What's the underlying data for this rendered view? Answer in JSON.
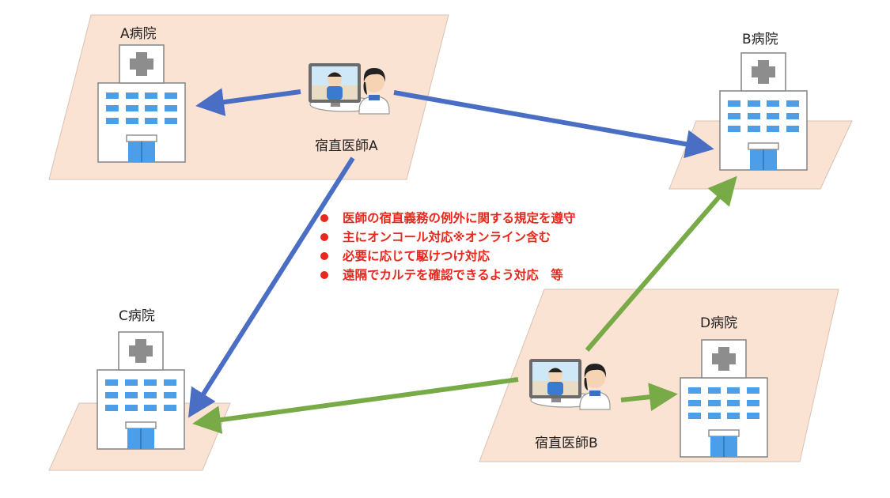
{
  "hospitals": {
    "a": {
      "label": "A病院"
    },
    "b": {
      "label": "B病院"
    },
    "c": {
      "label": "C病院"
    },
    "d": {
      "label": "D病院"
    }
  },
  "doctors": {
    "a": {
      "label": "宿直医師A"
    },
    "b": {
      "label": "宿直医師B"
    }
  },
  "notes": [
    "医師の宿直義務の例外に関する規定を遵守",
    "主にオンコール対応※オンライン含む",
    "必要に応じて駆けつけ対応",
    "遠隔でカルテを確認できるよう対応　等"
  ],
  "colors": {
    "area_fill": "#fbe3d4",
    "area_stroke": "#d8c2b4",
    "arrow_doctor_a": "#4a6ec4",
    "arrow_doctor_b": "#78ab47",
    "note_text": "#e8281c",
    "window_blue": "#4d9ee8"
  }
}
